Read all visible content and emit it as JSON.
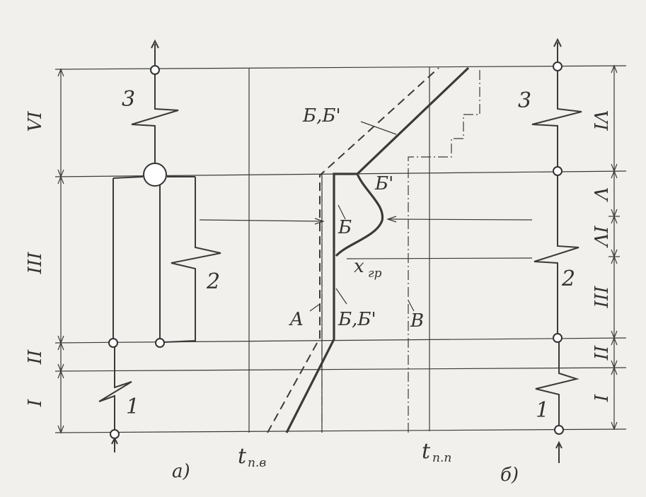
{
  "zones_left": [
    "VI",
    "III",
    "II",
    "I"
  ],
  "zones_right": [
    "VI",
    "V",
    "IV",
    "III",
    "II",
    "I"
  ],
  "numbers_left": [
    "3",
    "2",
    "1"
  ],
  "numbers_right": [
    "3",
    "2",
    "1"
  ],
  "curve_labels": {
    "bb_top": "Б,Б'",
    "b_prime": "Б'",
    "b": "Б",
    "x_main": "x",
    "x_sub": "гр",
    "a": "A",
    "bb_bottom": "Б,Б'",
    "v": "B"
  },
  "axis_labels": {
    "t_main": "t",
    "t_pv_sub": "п.в",
    "t_pp_sub": "п.п"
  },
  "panel_labels": {
    "left": "а)",
    "right": "б)"
  }
}
